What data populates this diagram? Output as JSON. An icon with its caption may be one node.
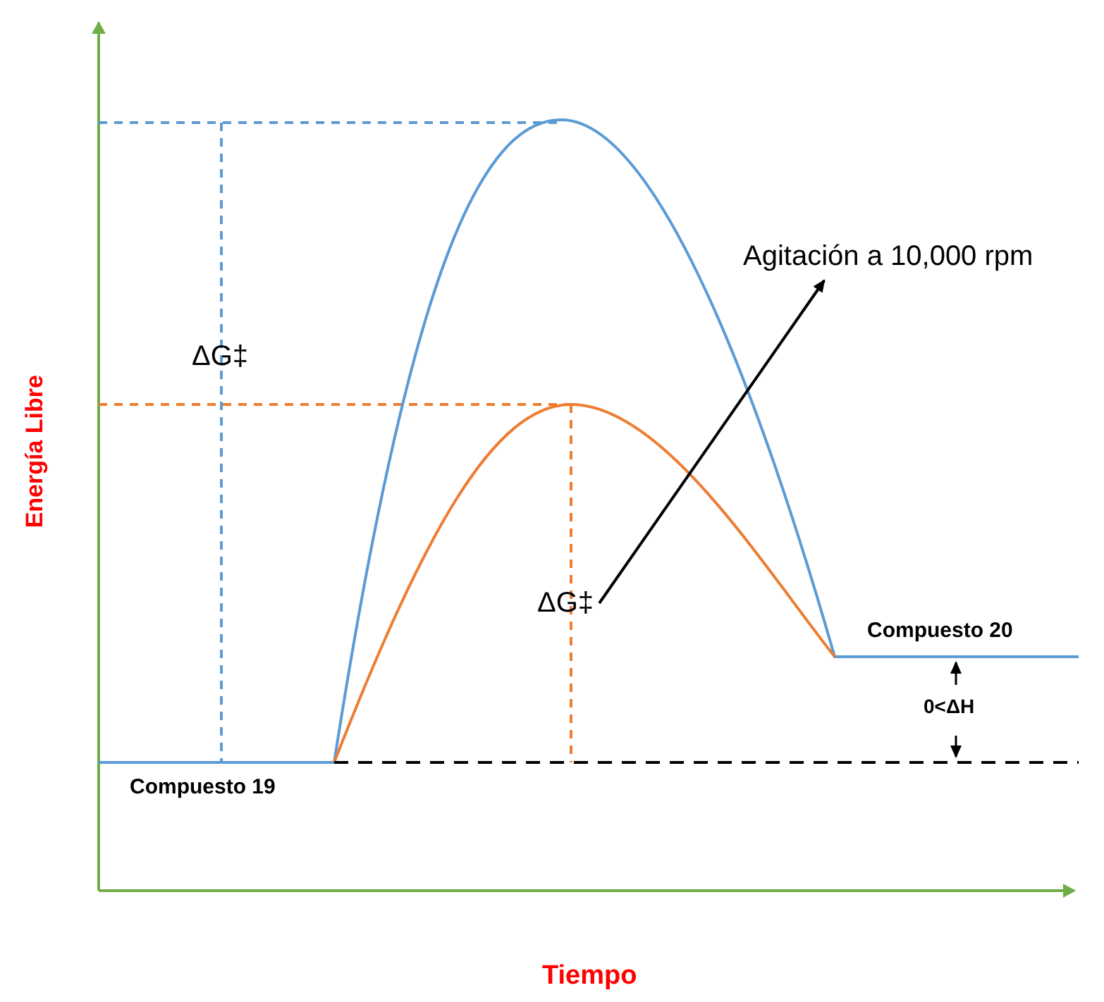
{
  "diagram": {
    "nodes": [
      {
        "text": [
          "Agitación a 10,000 rpm"
        ]
      },
      {
        "text": [
          "ΔG‡"
        ]
      }
    ],
    "edges": [
      {
        "from": 1,
        "to": 0,
        "arrow": "to"
      }
    ],
    "labels": [
      "ΔG‡",
      "Energía Libre",
      "Compuesto 20",
      "0<ΔH",
      "Compuesto 19",
      "Tiempo"
    ]
  }
}
